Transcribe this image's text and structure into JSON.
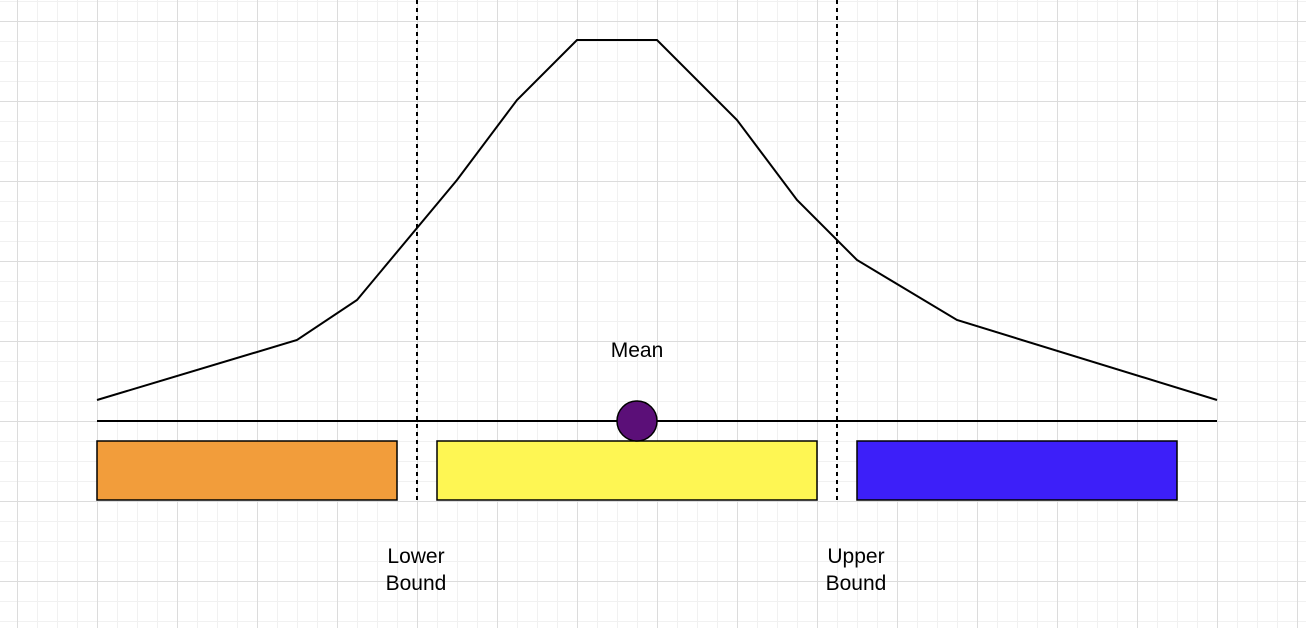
{
  "labels": {
    "mean": "Mean",
    "lower_bound": "Lower\nBound",
    "upper_bound": "Upper\nBound"
  },
  "colors": {
    "curve": "#000000",
    "axis": "#000000",
    "mean_marker": "#5b0f78",
    "left_region": "#f29d3b",
    "middle_region": "#fef653",
    "right_region": "#3d1ff9"
  }
}
